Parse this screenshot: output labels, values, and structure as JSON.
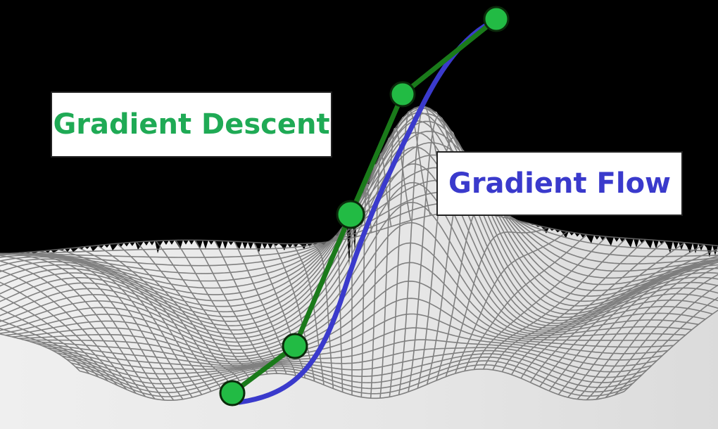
{
  "labels": {
    "gradient_descent": "Gradient Descent",
    "gradient_flow": "Gradient Flow"
  },
  "colors": {
    "background": "#000000",
    "mesh_fill": "#e8e8e8",
    "mesh_line": "#6e6e6e",
    "descent": "#1a7a1a",
    "descent_point": "#22bb44",
    "flow": "#3a3acc",
    "descent_text": "#1faa55",
    "flow_text": "#3a3acc"
  },
  "descent_steps": 5,
  "icons": [
    "surface-mesh",
    "descent-point-marker"
  ]
}
